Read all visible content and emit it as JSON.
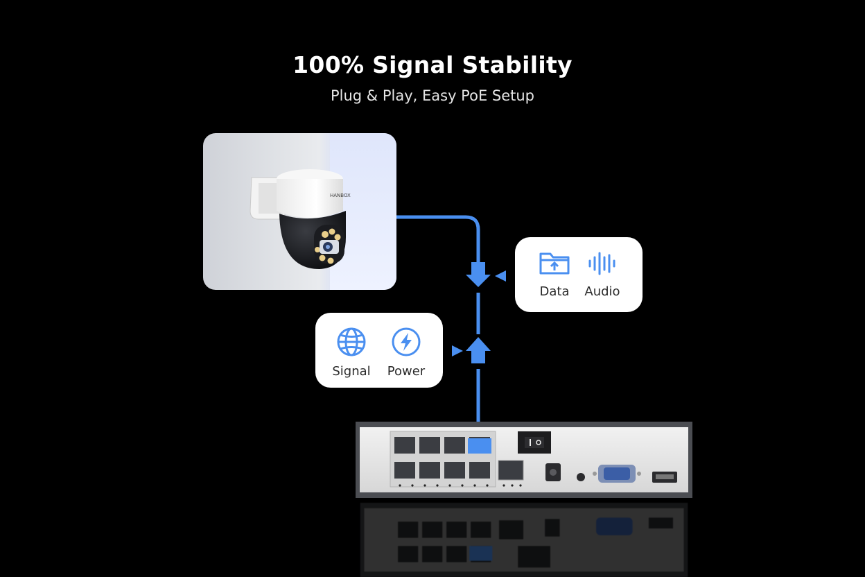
{
  "header": {
    "title": "100% Signal Stability",
    "subtitle": "Plug & Play, Easy PoE Setup"
  },
  "camera": {
    "brand": "HANBOX"
  },
  "upstream_card": {
    "items": [
      {
        "label": "Data",
        "icon": "folder-upload-icon"
      },
      {
        "label": "Audio",
        "icon": "sound-wave-icon"
      }
    ]
  },
  "downstream_card": {
    "items": [
      {
        "label": "Signal",
        "icon": "globe-icon"
      },
      {
        "label": "Power",
        "icon": "lightning-bolt-icon"
      }
    ]
  },
  "colors": {
    "accent": "#4a8ff0",
    "background": "#000000",
    "card": "#ffffff"
  }
}
